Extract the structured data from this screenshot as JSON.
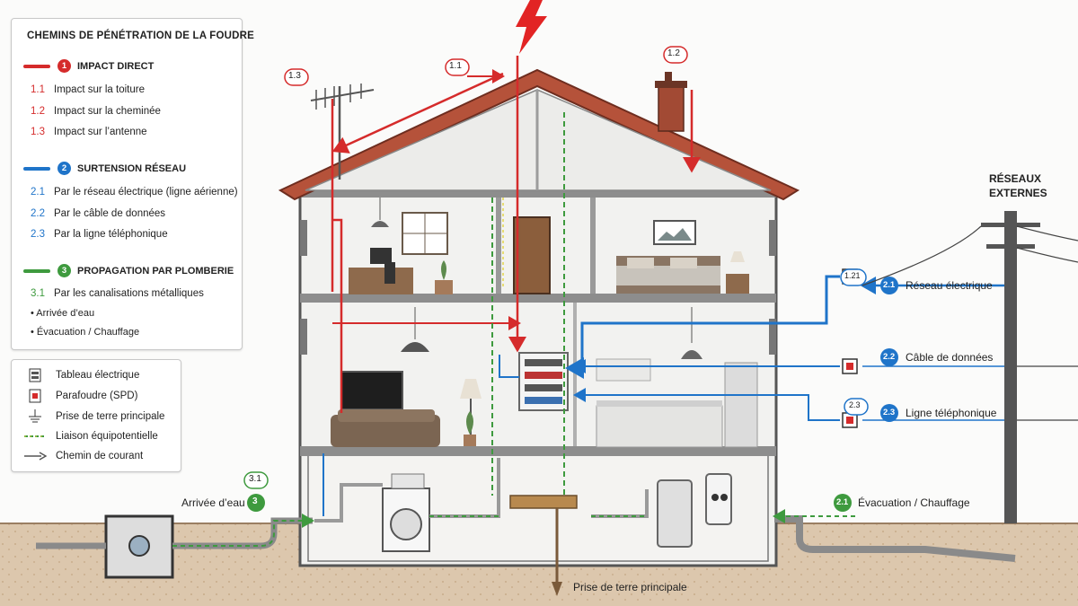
{
  "legend": {
    "title": "CHEMINS DE PÉNÉTRATION DE LA FOUDRE",
    "cat1": {
      "num": "1",
      "label": "IMPACT DIRECT",
      "color": "#d52b2b"
    },
    "items1": [
      {
        "num": "1.1",
        "label": "Impact sur la toiture"
      },
      {
        "num": "1.2",
        "label": "Impact sur la cheminée"
      },
      {
        "num": "1.3",
        "label": "Impact sur l’antenne"
      }
    ],
    "cat2": {
      "num": "2",
      "label": "SURTENSION RÉSEAU",
      "color": "#1f74c9"
    },
    "items2": [
      {
        "num": "2.1",
        "label": "Par le réseau électrique (ligne aérienne)"
      },
      {
        "num": "2.2",
        "label": "Par le câble de données"
      },
      {
        "num": "2.3",
        "label": "Par la ligne téléphonique"
      }
    ],
    "cat3": {
      "num": "3",
      "label": "PROPAGATION PAR PLOMBERIE",
      "color": "#3e9a3e"
    },
    "items3": [
      {
        "num": "3.1",
        "label": "Par les canalisations métalliques"
      }
    ],
    "sub3": [
      "• Arrivée d’eau",
      "• Évacuation / Chauffage"
    ]
  },
  "symbols": [
    {
      "icon": "electrical-panel-icon",
      "label": "Tableau électrique"
    },
    {
      "icon": "surge-protector-icon",
      "label": "Parafoudre (SPD)"
    },
    {
      "icon": "earth-ground-icon",
      "label": "Prise de terre principale"
    },
    {
      "icon": "equipotential-bond-icon",
      "label": "Liaison équipotentielle"
    },
    {
      "icon": "current-path-arrow-icon",
      "label": "Chemin de courant"
    }
  ],
  "markers": {
    "m11": "1.1",
    "m12": "1.2",
    "m13": "1.3",
    "m21_small": "1.21",
    "m21": "2.1",
    "m22": "2.2",
    "m23_small": "2.3",
    "m23": "2.3",
    "m31": "3.1",
    "m3": "3",
    "m21_evac": "2.1"
  },
  "labels": {
    "external_networks": [
      "RÉSEAUX",
      "EXTERNES"
    ],
    "power_network": "Réseau électrique",
    "data_cable": "Câble de données",
    "phone_line": "Ligne téléphonique",
    "water_inlet": "Arrivée d’eau",
    "drain_heating": "Évacuation / Chauffage",
    "main_earth": "Prise de terre principale"
  },
  "colors": {
    "red": "#d52b2b",
    "blue": "#1f74c9",
    "green": "#3e9a3e",
    "roof": "#b5523a"
  }
}
